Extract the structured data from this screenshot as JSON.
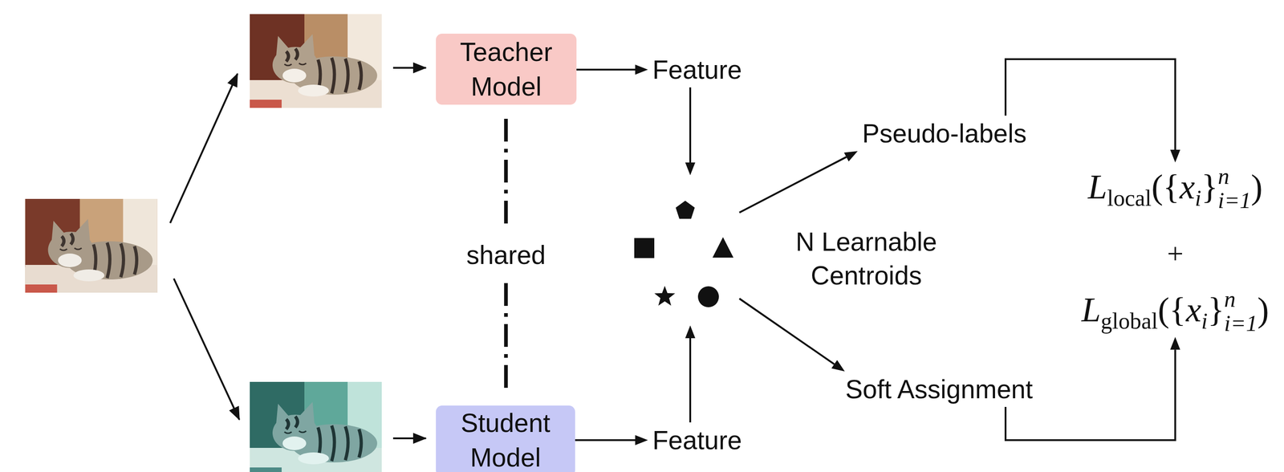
{
  "diagram": {
    "nodes": [
      {
        "text": [
          "Teacher Model"
        ]
      },
      {
        "text": [
          "Student Model"
        ]
      },
      {
        "text": [
          "Feature"
        ]
      },
      {
        "text": [
          "Feature"
        ]
      },
      {
        "text": [
          "N Learnable Centroids"
        ]
      },
      {
        "text": [
          "Pseudo-labels"
        ]
      },
      {
        "text": [
          "Soft Assignment"
        ]
      },
      {
        "text": [
          "L",
          "local",
          "({",
          "x",
          "i",
          "}",
          "n",
          "i=1",
          ")"
        ]
      },
      {
        "text": [
          "L",
          "global",
          "({",
          "x",
          "i",
          "}",
          "n",
          "i=1",
          ")"
        ]
      }
    ],
    "edges": [
      {
        "from": 0,
        "to": 2,
        "arrow": "to"
      },
      {
        "from": 1,
        "to": 3,
        "arrow": "to"
      },
      {
        "from": 2,
        "to": 4,
        "arrow": "to"
      },
      {
        "from": 3,
        "to": 4,
        "arrow": "to"
      },
      {
        "from": 4,
        "to": 5,
        "arrow": "to"
      },
      {
        "from": 4,
        "to": 6,
        "arrow": "to"
      },
      {
        "from": 5,
        "to": 7,
        "arrow": "to"
      },
      {
        "from": 6,
        "to": 8,
        "arrow": "to"
      }
    ],
    "labels": [
      "shared",
      "+"
    ]
  }
}
